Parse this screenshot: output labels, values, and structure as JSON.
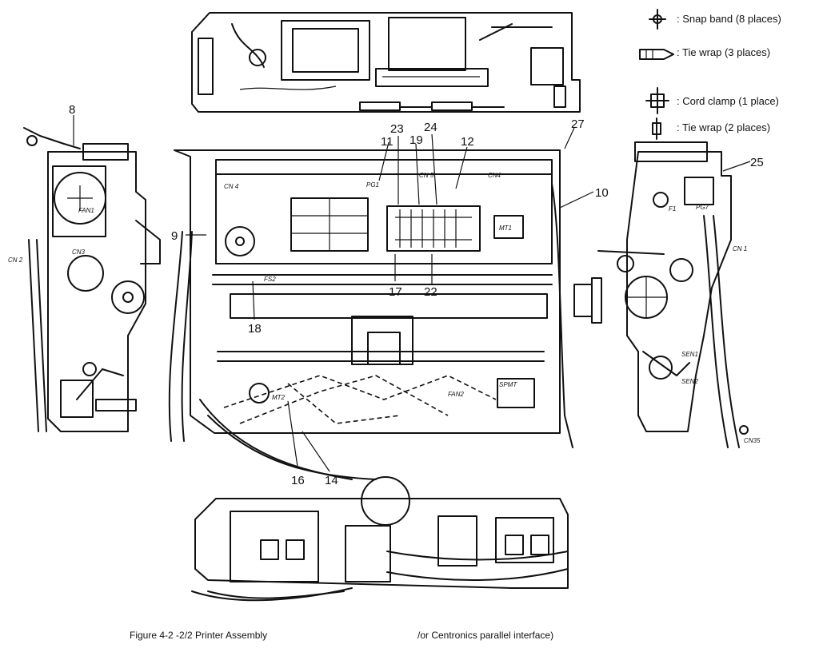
{
  "legend": [
    {
      "symbol": "snap-band-icon",
      "text": ": Snap band (8 places)"
    },
    {
      "symbol": "tie-wrap-icon",
      "text": ": Tie wrap (3 places)"
    },
    {
      "symbol": "cord-clamp-icon",
      "text": ": Cord clamp (1 place)"
    },
    {
      "symbol": "tie-wrap-small-icon",
      "text": ": Tie wrap (2 places)"
    }
  ],
  "callouts": [
    "8",
    "9",
    "23",
    "19",
    "24",
    "11",
    "12",
    "27",
    "10",
    "25",
    "17",
    "22",
    "18",
    "16",
    "14"
  ],
  "labels": [
    "FAN1",
    "FAN2",
    "CN3",
    "CN 1",
    "CN 2",
    "CN 4",
    "CN 5",
    "CN4",
    "CN35",
    "SEN1",
    "SEN2",
    "MT1",
    "MT2",
    "SPMT",
    "F1",
    "FS2",
    "PG7",
    "PG1"
  ],
  "caption": {
    "left": "Figure 4-2 -2/2  Printer Assembly",
    "right": "/or Centronics parallel interface)"
  }
}
